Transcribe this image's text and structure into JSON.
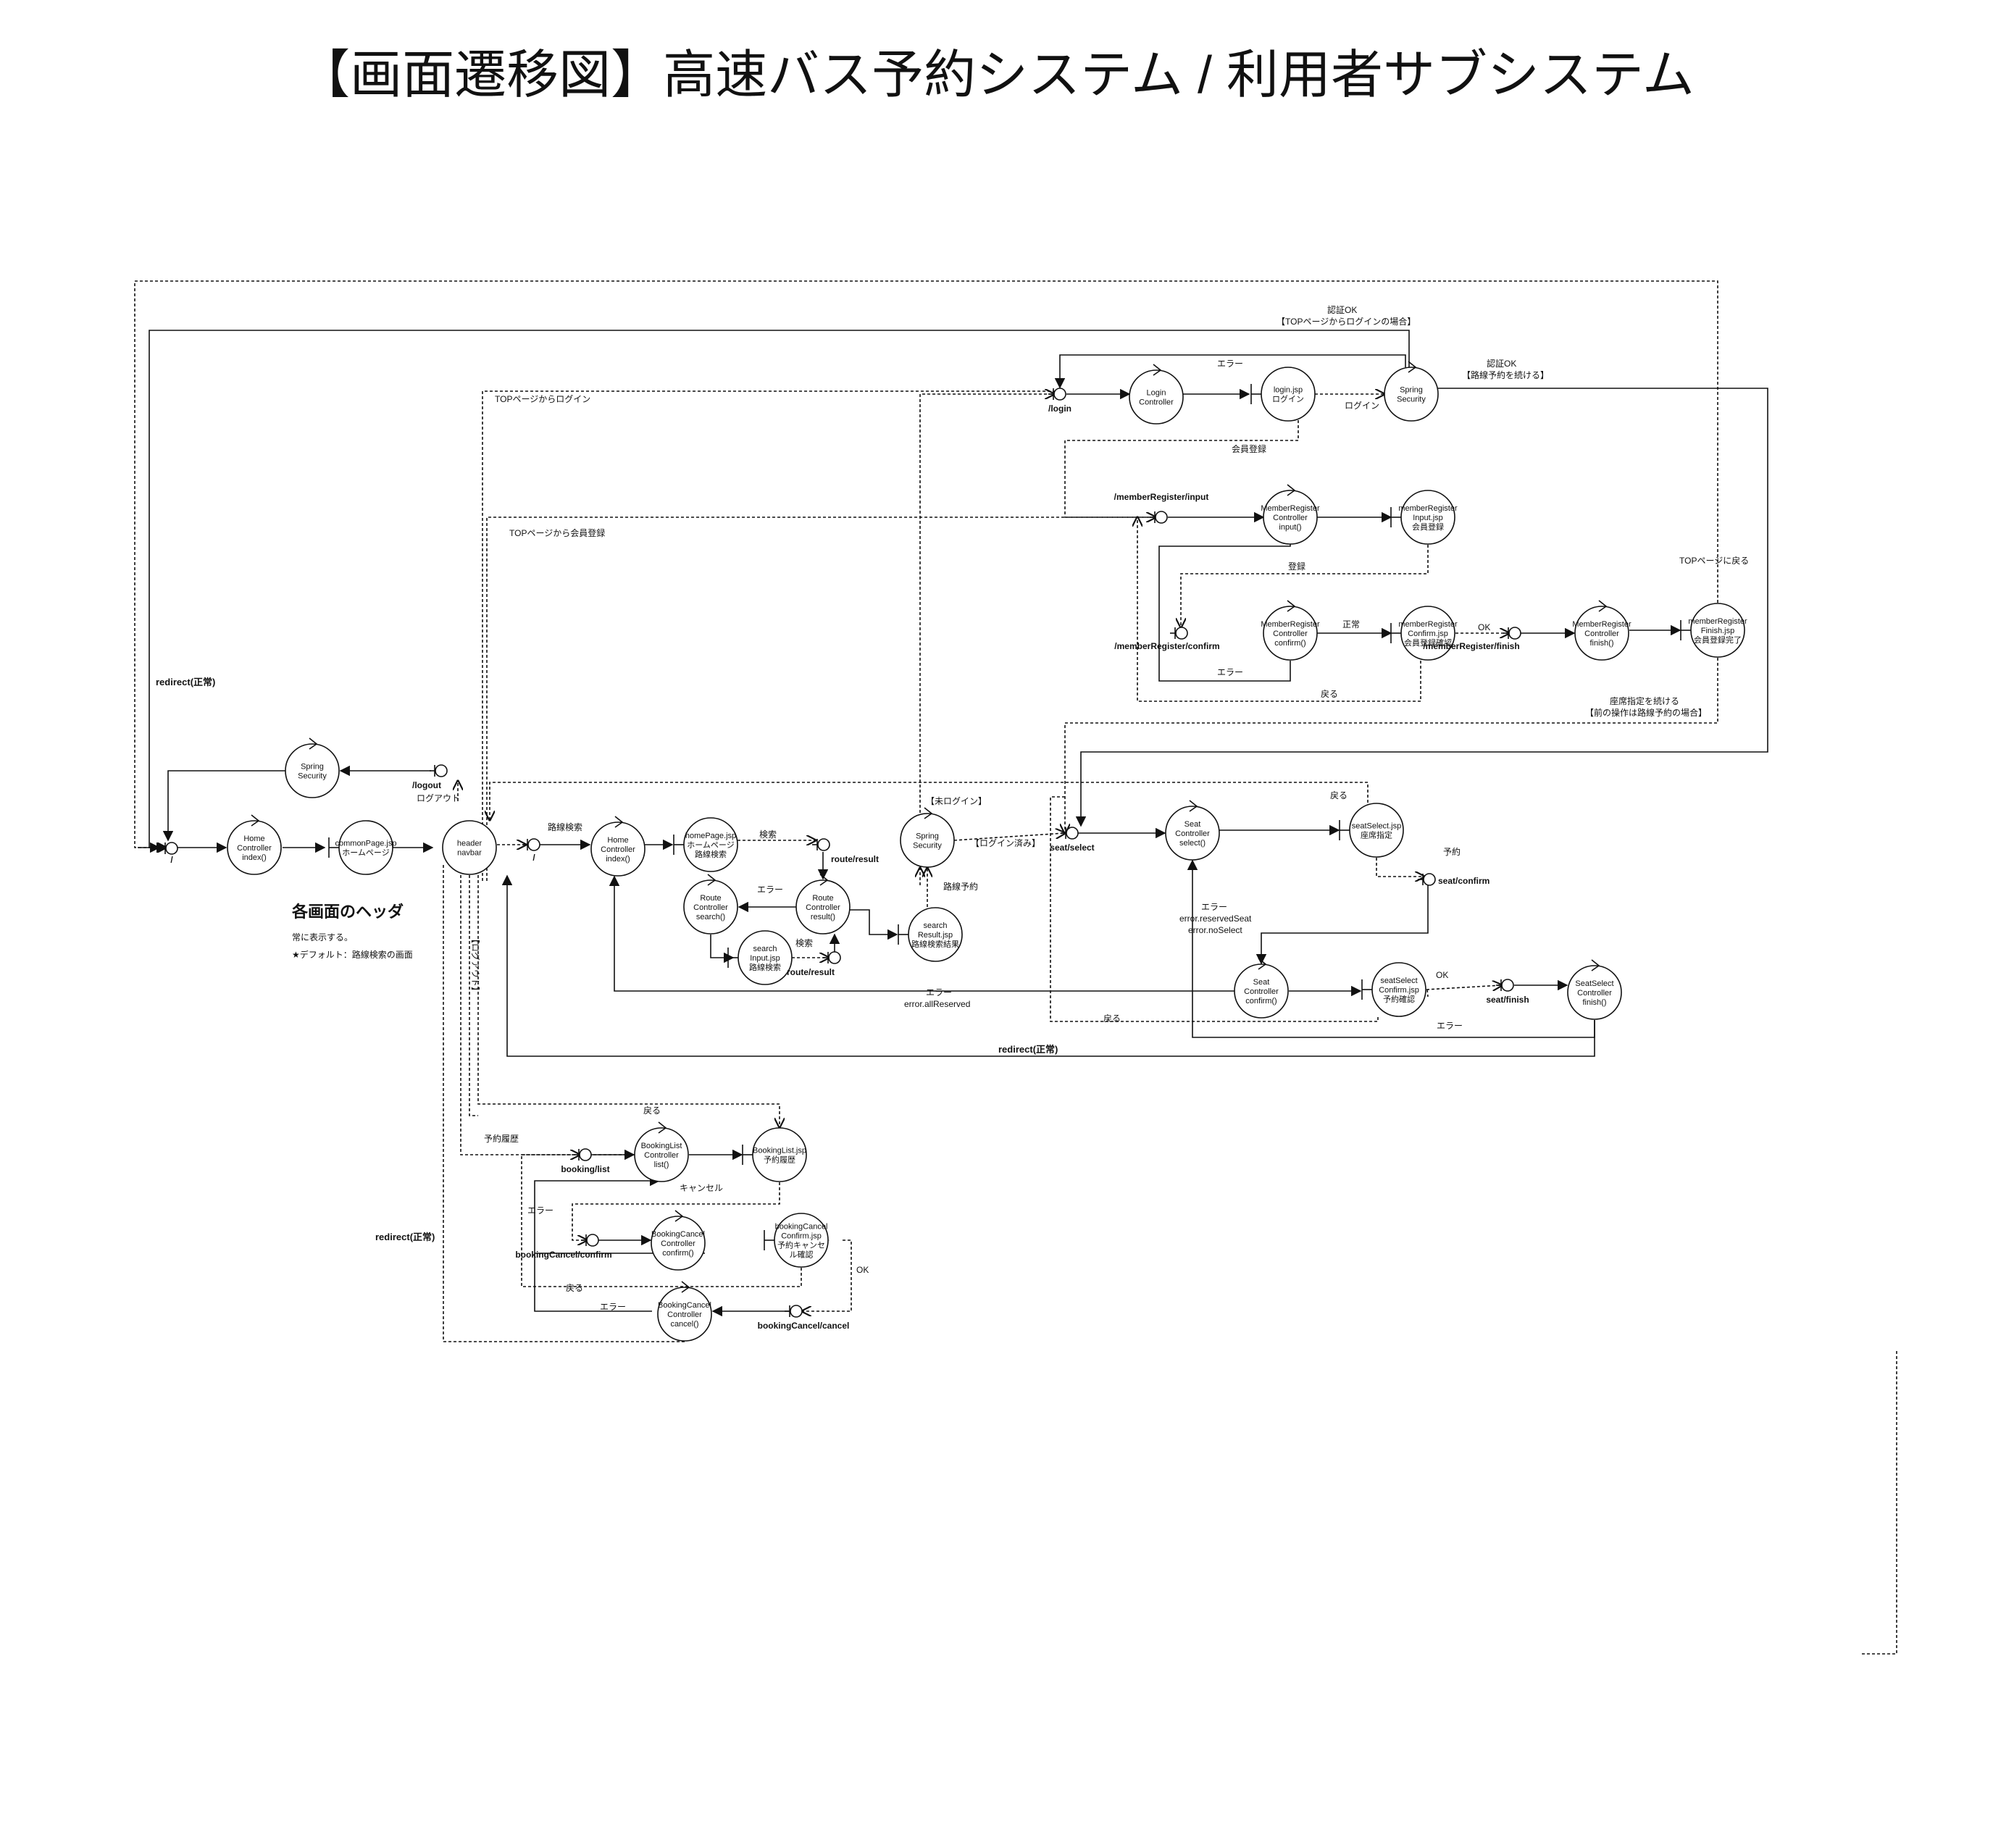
{
  "title": "【画面遷移図】高速バス予約システム / 利用者サブシステム",
  "nodes": {
    "spring_security_logout": {
      "kind": "controller",
      "lines": [
        "Spring",
        "Security"
      ]
    },
    "home_controller_1": {
      "kind": "controller",
      "lines": [
        "Home",
        "Controller",
        "index()"
      ]
    },
    "common_page": {
      "kind": "boundary",
      "lines": [
        "commonPage.jsp",
        "ホームページ"
      ]
    },
    "header_navbar": {
      "kind": "entity",
      "lines": [
        "header",
        "navbar"
      ]
    },
    "home_controller_2": {
      "kind": "controller",
      "lines": [
        "Home",
        "Controller",
        "index()"
      ]
    },
    "home_page": {
      "kind": "boundary",
      "lines": [
        "homePage.jsp",
        "ホームページ",
        "路線検索"
      ]
    },
    "route_search": {
      "kind": "controller",
      "lines": [
        "Route",
        "Controller",
        "search()"
      ]
    },
    "route_result": {
      "kind": "controller",
      "lines": [
        "Route",
        "Controller",
        "result()"
      ]
    },
    "search_input": {
      "kind": "boundary",
      "lines": [
        "search",
        "Input.jsp",
        "路線検索"
      ]
    },
    "search_result": {
      "kind": "boundary",
      "lines": [
        "search",
        "Result.jsp",
        "路線検索結果"
      ]
    },
    "spring_security_mid": {
      "kind": "controller",
      "lines": [
        "Spring",
        "Security"
      ]
    },
    "login_controller": {
      "kind": "controller",
      "lines": [
        "Login",
        "Controller"
      ]
    },
    "login_jsp": {
      "kind": "boundary",
      "lines": [
        "login.jsp",
        "ログイン"
      ]
    },
    "spring_security_top": {
      "kind": "controller",
      "lines": [
        "Spring",
        "Security"
      ]
    },
    "member_input_ctrl": {
      "kind": "controller",
      "lines": [
        "MemberRegister",
        "Controller",
        "input()"
      ]
    },
    "member_input_jsp": {
      "kind": "boundary",
      "lines": [
        "memberRegister",
        "Input.jsp",
        "会員登録"
      ]
    },
    "member_confirm_ctrl": {
      "kind": "controller",
      "lines": [
        "MemberRegister",
        "Controller",
        "confirm()"
      ]
    },
    "member_confirm_jsp": {
      "kind": "boundary",
      "lines": [
        "memberRegister",
        "Confirm.jsp",
        "会員登録確認"
      ]
    },
    "member_finish_ctrl": {
      "kind": "controller",
      "lines": [
        "MemberRegister",
        "Controller",
        "finish()"
      ]
    },
    "member_finish_jsp": {
      "kind": "boundary",
      "lines": [
        "memberRegister",
        "Finish.jsp",
        "会員登録完了"
      ]
    },
    "seat_select_ctrl": {
      "kind": "controller",
      "lines": [
        "Seat",
        "Controller",
        "select()"
      ]
    },
    "seat_select_jsp": {
      "kind": "boundary",
      "lines": [
        "seatSelect.jsp",
        "座席指定"
      ]
    },
    "seat_confirm_ctrl": {
      "kind": "controller",
      "lines": [
        "Seat",
        "Controller",
        "confirm()"
      ]
    },
    "seat_confirm_jsp": {
      "kind": "boundary",
      "lines": [
        "seatSelect",
        "Confirm.jsp",
        "予約確認"
      ]
    },
    "seat_finish_ctrl": {
      "kind": "controller",
      "lines": [
        "SeatSelect",
        "Controller",
        "finish()"
      ]
    },
    "booking_list_ctrl": {
      "kind": "controller",
      "lines": [
        "BookingList",
        "Controller",
        "list()"
      ]
    },
    "booking_list_jsp": {
      "kind": "boundary",
      "lines": [
        "BookingList.jsp",
        "予約履歴"
      ]
    },
    "booking_cancel_confirm_ctrl": {
      "kind": "controller",
      "lines": [
        "BookingCancel",
        "Controller",
        "confirm()"
      ]
    },
    "booking_cancel_confirm_jsp": {
      "kind": "boundary",
      "lines": [
        "bookingCancel",
        "Confirm.jsp",
        "予約キャンセ",
        "ル確認"
      ]
    },
    "booking_cancel_ctrl": {
      "kind": "controller",
      "lines": [
        "BookingCancel",
        "Controller",
        "cancel()"
      ]
    }
  },
  "interfaces": {
    "root": "/",
    "logout": "/logout",
    "header_root": "/",
    "route_result_1": "route/result",
    "route_result_2": "route/result",
    "login": "/login",
    "member_input": "/memberRegister/input",
    "member_confirm": "/memberRegister/confirm",
    "member_finish": "/memberRegister/finish",
    "seat_select": "seat/select",
    "seat_confirm": "seat/confirm",
    "seat_finish": "seat/finish",
    "booking_list": "booking/list",
    "booking_cancel_confirm": "bookingCancel/confirm",
    "booking_cancel_cancel": "bookingCancel/cancel"
  },
  "labels": {
    "logout_sub": "ログアウト",
    "header_heading": "各画面のヘッダ",
    "header_note_1": "常に表示する。",
    "header_note_2": "★デフォルト：路線検索の画面",
    "redirect_left": "redirect(正常)",
    "redirect_bottom": "redirect(正常)",
    "redirect_booking": "redirect(正常)",
    "route_search_label": "路線検索",
    "search_1": "検索",
    "search_2": "検索",
    "error_route": "エラー",
    "route_reserve": "路線予約",
    "not_logged_in": "【未ログイン】",
    "logged_in": "【ログイン済み】",
    "top_login": "TOPページからログイン",
    "top_register": "TOPページから会員登録",
    "auth_ok_top_1": "認証OK",
    "auth_ok_top_2": "【TOPページからログインの場合】",
    "auth_ok_cont_1": "認証OK",
    "auth_ok_cont_2": "【路線予約を続ける】",
    "login_error": "エラー",
    "login_label": "ログイン",
    "member_register": "会員登録",
    "register": "登録",
    "normal": "正常",
    "ok_member": "OK",
    "error_member": "エラー",
    "back_member": "戻る",
    "top_back": "TOPページに戻る",
    "seat_continue_1": "座席指定を続ける",
    "seat_continue_2": "【前の操作は路線予約の場合】",
    "back_seat": "戻る",
    "reserve": "予約",
    "error_seat_1": "エラー",
    "error_seat_2": "error.reservedSeat",
    "error_seat_3": "error.noSelect",
    "error_all_1": "エラー",
    "error_all_2": "error.allReserved",
    "ok_seat": "OK",
    "back_seat_confirm": "戻る",
    "error_seat_finish": "エラー",
    "booking_history": "予約履歴",
    "back_booking": "戻る",
    "cancel_label": "キャンセル",
    "error_booking": "エラー",
    "back_booking_2": "戻る",
    "ok_booking": "OK",
    "error_booking_2": "エラー",
    "vertical_logout": "【ログアウト】"
  },
  "colors": {
    "stroke": "#111111",
    "background": "#ffffff"
  }
}
